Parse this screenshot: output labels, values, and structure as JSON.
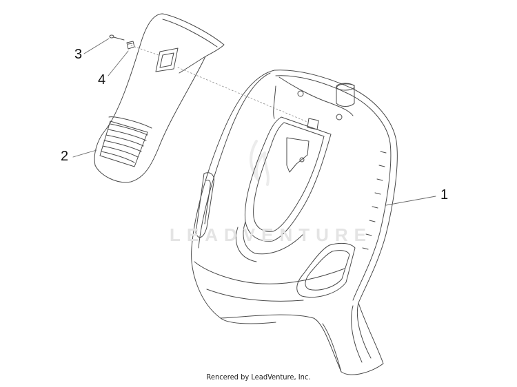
{
  "callouts": {
    "part1": "1",
    "part2": "2",
    "part3": "3",
    "part4": "4"
  },
  "watermark": "LEADVENTURE",
  "credit": "Rencered by LeadVenture, Inc."
}
